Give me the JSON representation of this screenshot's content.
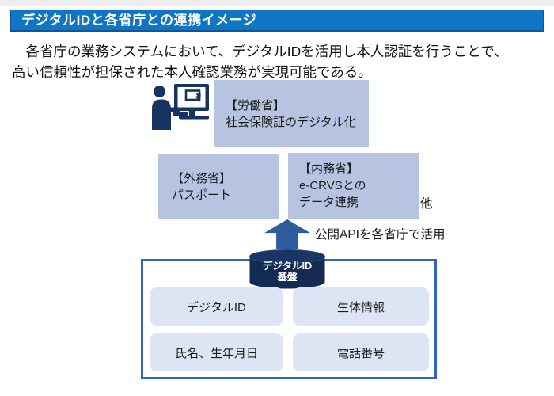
{
  "colors": {
    "bar-bg": "#0f76c6",
    "bar-border": "#0a579b",
    "ministry-box": "#b6c4e2",
    "navy": "#16305c",
    "arrow": "#2e5b9e",
    "frame": "#3465bd",
    "chip": "#dde4f3",
    "text": "#1a1a1a"
  },
  "header": {
    "title": "デジタルIDと各省庁との連携イメージ"
  },
  "intro": {
    "line1": "　各省庁の業務システムにおいて、デジタルIDを活用し本人認証を行うことで、",
    "line2": "高い信頼性が担保された本人確認業務が実現可能である。"
  },
  "diagram": {
    "user_icon": "person-at-computer-icon",
    "boxes": {
      "rodo": {
        "title": "【労働省】",
        "body": "社会保険証のデジタル化"
      },
      "gaimu": {
        "title": "【外務省】",
        "body": "パスポート"
      },
      "naimu": {
        "title": "【内務省】",
        "body1": "e-CRVSとの",
        "body2": "データ連携"
      }
    },
    "others_label": "他",
    "api_label": "公開APIを各省庁で活用",
    "platform": {
      "line1": "デジタルID",
      "line2": "基盤"
    },
    "data_items": [
      "デジタルID",
      "生体情報",
      "氏名、生年月日",
      "電話番号"
    ]
  }
}
